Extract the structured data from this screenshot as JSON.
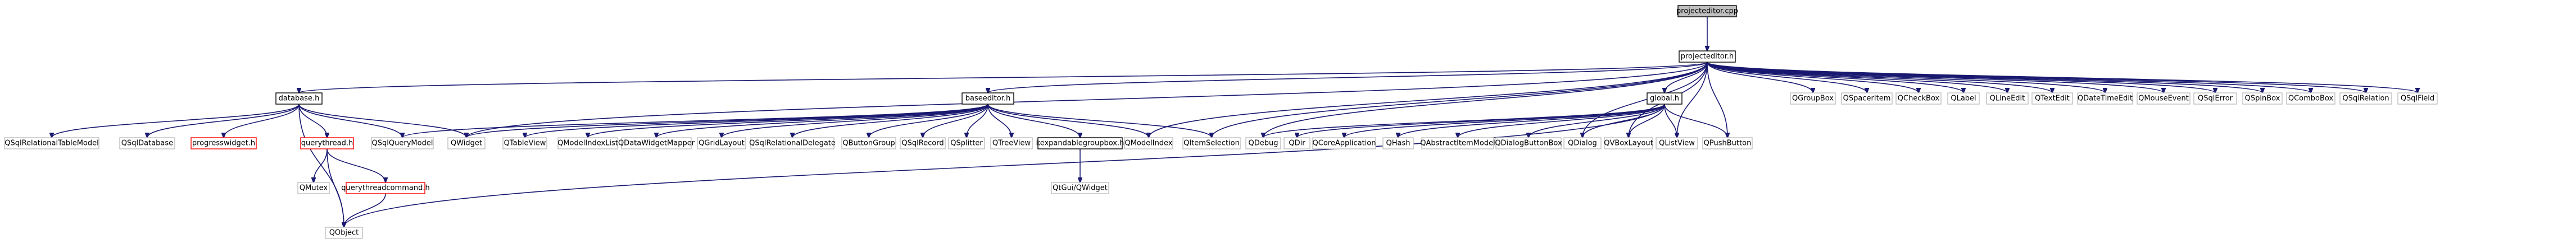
{
  "diagram": {
    "type": "include-dependency-graph",
    "nodes": [
      {
        "id": "projecteditor_cpp",
        "label": "projecteditor.cpp",
        "kind": "root"
      },
      {
        "id": "projecteditor_h",
        "label": "projecteditor.h",
        "kind": "documented"
      },
      {
        "id": "database_h",
        "label": "database.h",
        "kind": "documented"
      },
      {
        "id": "baseeditor_h",
        "label": "baseeditor.h",
        "kind": "documented"
      },
      {
        "id": "global_h",
        "label": "global.h",
        "kind": "documented"
      },
      {
        "id": "QGroupBox",
        "label": "QGroupBox",
        "kind": "external"
      },
      {
        "id": "QSpacerItem",
        "label": "QSpacerItem",
        "kind": "external"
      },
      {
        "id": "QCheckBox",
        "label": "QCheckBox",
        "kind": "external"
      },
      {
        "id": "QLabel",
        "label": "QLabel",
        "kind": "external"
      },
      {
        "id": "QLineEdit",
        "label": "QLineEdit",
        "kind": "external"
      },
      {
        "id": "QTextEdit",
        "label": "QTextEdit",
        "kind": "external"
      },
      {
        "id": "QDateTimeEdit",
        "label": "QDateTimeEdit",
        "kind": "external"
      },
      {
        "id": "QMouseEvent",
        "label": "QMouseEvent",
        "kind": "external"
      },
      {
        "id": "QSqlError",
        "label": "QSqlError",
        "kind": "external"
      },
      {
        "id": "QSpinBox",
        "label": "QSpinBox",
        "kind": "external"
      },
      {
        "id": "QComboBox",
        "label": "QComboBox",
        "kind": "external"
      },
      {
        "id": "QSqlRelation",
        "label": "QSqlRelation",
        "kind": "external"
      },
      {
        "id": "QSqlField",
        "label": "QSqlField",
        "kind": "external"
      },
      {
        "id": "QSqlRelationalTableModel",
        "label": "QSqlRelationalTableModel",
        "kind": "external"
      },
      {
        "id": "QSqlDatabase",
        "label": "QSqlDatabase",
        "kind": "external"
      },
      {
        "id": "progresswidget_h",
        "label": "progresswidget.h",
        "kind": "missing"
      },
      {
        "id": "querythread_h",
        "label": "querythread.h",
        "kind": "missing"
      },
      {
        "id": "QSqlQueryModel",
        "label": "QSqlQueryModel",
        "kind": "external"
      },
      {
        "id": "QWidget",
        "label": "QWidget",
        "kind": "external"
      },
      {
        "id": "QTableView",
        "label": "QTableView",
        "kind": "external"
      },
      {
        "id": "QModelIndexList",
        "label": "QModelIndexList",
        "kind": "external"
      },
      {
        "id": "QDataWidgetMapper",
        "label": "QDataWidgetMapper",
        "kind": "external"
      },
      {
        "id": "QGridLayout",
        "label": "QGridLayout",
        "kind": "external"
      },
      {
        "id": "QSqlRelationalDelegate",
        "label": "QSqlRelationalDelegate",
        "kind": "external"
      },
      {
        "id": "QButtonGroup",
        "label": "QButtonGroup",
        "kind": "external"
      },
      {
        "id": "QSqlRecord",
        "label": "QSqlRecord",
        "kind": "external"
      },
      {
        "id": "QSplitter",
        "label": "QSplitter",
        "kind": "external"
      },
      {
        "id": "QTreeView",
        "label": "QTreeView",
        "kind": "external"
      },
      {
        "id": "kexpandablegroupbox_h",
        "label": "kexpandablegroupbox.h",
        "kind": "documented"
      },
      {
        "id": "QModelIndex",
        "label": "QModelIndex",
        "kind": "external"
      },
      {
        "id": "QItemSelection",
        "label": "QItemSelection",
        "kind": "external"
      },
      {
        "id": "QDebug",
        "label": "QDebug",
        "kind": "external"
      },
      {
        "id": "QDir",
        "label": "QDir",
        "kind": "external"
      },
      {
        "id": "QCoreApplication",
        "label": "QCoreApplication",
        "kind": "external"
      },
      {
        "id": "QHash",
        "label": "QHash",
        "kind": "external"
      },
      {
        "id": "QAbstractItemModel",
        "label": "QAbstractItemModel",
        "kind": "external"
      },
      {
        "id": "QDialogButtonBox",
        "label": "QDialogButtonBox",
        "kind": "external"
      },
      {
        "id": "QDialog",
        "label": "QDialog",
        "kind": "external"
      },
      {
        "id": "QVBoxLayout",
        "label": "QVBoxLayout",
        "kind": "external"
      },
      {
        "id": "QListView",
        "label": "QListView",
        "kind": "external"
      },
      {
        "id": "QPushButton",
        "label": "QPushButton",
        "kind": "external"
      },
      {
        "id": "QMutex",
        "label": "QMutex",
        "kind": "external"
      },
      {
        "id": "querythreadcommand_h",
        "label": "querythreadcommand.h",
        "kind": "missing"
      },
      {
        "id": "QGui_QWidget",
        "label": "QtGui/QWidget",
        "kind": "external"
      },
      {
        "id": "QObject",
        "label": "QObject",
        "kind": "external"
      }
    ],
    "edges": [
      [
        "projecteditor_cpp",
        "projecteditor_h"
      ],
      [
        "projecteditor_h",
        "database_h"
      ],
      [
        "projecteditor_h",
        "baseeditor_h"
      ],
      [
        "projecteditor_h",
        "global_h"
      ],
      [
        "projecteditor_h",
        "QGroupBox"
      ],
      [
        "projecteditor_h",
        "QSpacerItem"
      ],
      [
        "projecteditor_h",
        "QCheckBox"
      ],
      [
        "projecteditor_h",
        "QLabel"
      ],
      [
        "projecteditor_h",
        "QLineEdit"
      ],
      [
        "projecteditor_h",
        "QTextEdit"
      ],
      [
        "projecteditor_h",
        "QDateTimeEdit"
      ],
      [
        "projecteditor_h",
        "QMouseEvent"
      ],
      [
        "projecteditor_h",
        "QSqlError"
      ],
      [
        "projecteditor_h",
        "QSpinBox"
      ],
      [
        "projecteditor_h",
        "QComboBox"
      ],
      [
        "projecteditor_h",
        "QSqlRelation"
      ],
      [
        "projecteditor_h",
        "QSqlField"
      ],
      [
        "projecteditor_h",
        "QWidget"
      ],
      [
        "projecteditor_h",
        "QModelIndex"
      ],
      [
        "projecteditor_h",
        "QItemSelection"
      ],
      [
        "projecteditor_h",
        "QDebug"
      ],
      [
        "projecteditor_h",
        "QDialog"
      ],
      [
        "projecteditor_h",
        "QVBoxLayout"
      ],
      [
        "projecteditor_h",
        "QListView"
      ],
      [
        "projecteditor_h",
        "QPushButton"
      ],
      [
        "database_h",
        "QSqlRelationalTableModel"
      ],
      [
        "database_h",
        "QSqlDatabase"
      ],
      [
        "database_h",
        "progresswidget_h"
      ],
      [
        "database_h",
        "querythread_h"
      ],
      [
        "database_h",
        "QSqlQueryModel"
      ],
      [
        "database_h",
        "QWidget"
      ],
      [
        "database_h",
        "QObject"
      ],
      [
        "baseeditor_h",
        "QSqlQueryModel"
      ],
      [
        "baseeditor_h",
        "QWidget"
      ],
      [
        "baseeditor_h",
        "QTableView"
      ],
      [
        "baseeditor_h",
        "QModelIndexList"
      ],
      [
        "baseeditor_h",
        "QDataWidgetMapper"
      ],
      [
        "baseeditor_h",
        "QGridLayout"
      ],
      [
        "baseeditor_h",
        "QSqlRelationalDelegate"
      ],
      [
        "baseeditor_h",
        "QButtonGroup"
      ],
      [
        "baseeditor_h",
        "QSqlRecord"
      ],
      [
        "baseeditor_h",
        "QSplitter"
      ],
      [
        "baseeditor_h",
        "QTreeView"
      ],
      [
        "baseeditor_h",
        "kexpandablegroupbox_h"
      ],
      [
        "baseeditor_h",
        "QModelIndex"
      ],
      [
        "baseeditor_h",
        "QItemSelection"
      ],
      [
        "global_h",
        "QDebug"
      ],
      [
        "global_h",
        "QDir"
      ],
      [
        "global_h",
        "QCoreApplication"
      ],
      [
        "global_h",
        "QHash"
      ],
      [
        "global_h",
        "QAbstractItemModel"
      ],
      [
        "global_h",
        "QDialogButtonBox"
      ],
      [
        "global_h",
        "QDialog"
      ],
      [
        "global_h",
        "QVBoxLayout"
      ],
      [
        "global_h",
        "QListView"
      ],
      [
        "global_h",
        "QPushButton"
      ],
      [
        "global_h",
        "QObject"
      ],
      [
        "querythread_h",
        "QMutex"
      ],
      [
        "querythread_h",
        "querythreadcommand_h"
      ],
      [
        "querythread_h",
        "QObject"
      ],
      [
        "querythreadcommand_h",
        "QObject"
      ],
      [
        "kexpandablegroupbox_h",
        "QGui_QWidget"
      ]
    ],
    "colors": {
      "edge": "#191970",
      "root_fill": "#bfbfbf",
      "documented_border": "#000000",
      "external_border": "#bfbfbf",
      "missing_border": "#ff0000",
      "background": "#ffffff"
    }
  }
}
